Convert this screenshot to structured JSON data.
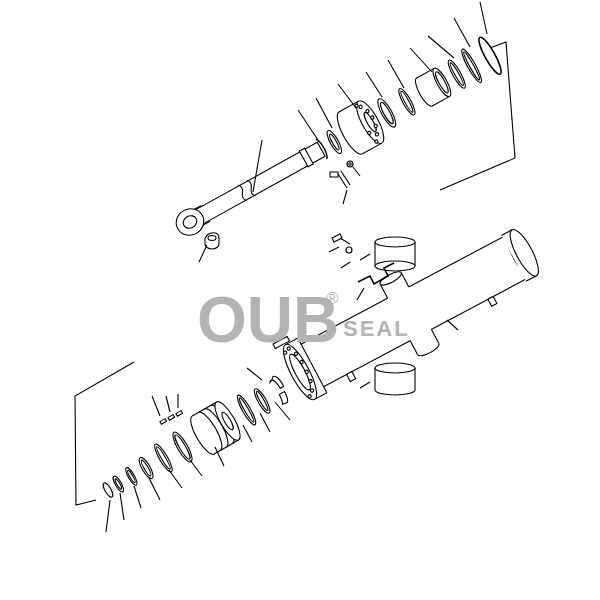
{
  "diagram": {
    "labels": [
      "OUB",
      "®",
      "SEAL"
    ]
  }
}
